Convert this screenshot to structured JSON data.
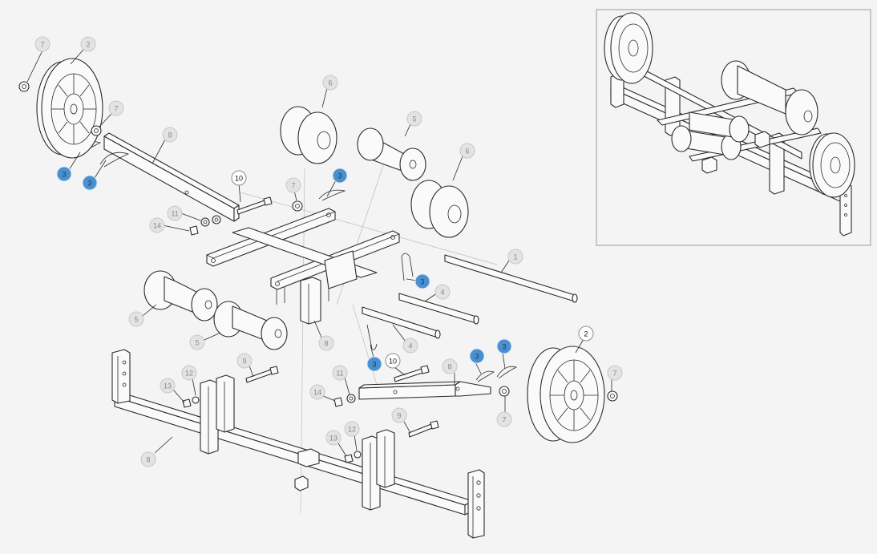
{
  "colors": {
    "background": "#f4f4f4",
    "line": "#2a2a2a",
    "callout_gray_fill": "#e3e3e3",
    "callout_gray_stroke": "#c8c8c8",
    "callout_gray_text": "#8a8a8a",
    "callout_blue_fill": "#4a90d0",
    "callout_blue_text": "#1c3550",
    "callout_white_fill": "#ffffff",
    "callout_white_stroke": "#8a8a8a",
    "callout_white_text": "#111111",
    "inset_border": "#9a9a9a"
  },
  "callouts": [
    {
      "id": "c1",
      "label": "7",
      "style": "gray"
    },
    {
      "id": "c2",
      "label": "2",
      "style": "gray"
    },
    {
      "id": "c3",
      "label": "7",
      "style": "gray"
    },
    {
      "id": "c4",
      "label": "8",
      "style": "gray"
    },
    {
      "id": "c5",
      "label": "3",
      "style": "blue"
    },
    {
      "id": "c6",
      "label": "3",
      "style": "blue"
    },
    {
      "id": "c7",
      "label": "6",
      "style": "gray"
    },
    {
      "id": "c8",
      "label": "5",
      "style": "gray"
    },
    {
      "id": "c9",
      "label": "6",
      "style": "gray"
    },
    {
      "id": "c10",
      "label": "10",
      "style": "white"
    },
    {
      "id": "c11",
      "label": "7",
      "style": "gray"
    },
    {
      "id": "c12",
      "label": "3",
      "style": "blue"
    },
    {
      "id": "c13",
      "label": "11",
      "style": "gray"
    },
    {
      "id": "c14",
      "label": "14",
      "style": "gray"
    },
    {
      "id": "c15",
      "label": "1",
      "style": "gray"
    },
    {
      "id": "c16",
      "label": "3",
      "style": "blue"
    },
    {
      "id": "c17",
      "label": "4",
      "style": "gray"
    },
    {
      "id": "c18",
      "label": "5",
      "style": "gray"
    },
    {
      "id": "c19",
      "label": "5",
      "style": "gray"
    },
    {
      "id": "c20",
      "label": "8",
      "style": "gray"
    },
    {
      "id": "c21",
      "label": "4",
      "style": "gray"
    },
    {
      "id": "c22",
      "label": "3",
      "style": "blue"
    },
    {
      "id": "c23",
      "label": "10",
      "style": "white"
    },
    {
      "id": "c24",
      "label": "2",
      "style": "white"
    },
    {
      "id": "c25",
      "label": "3",
      "style": "blue"
    },
    {
      "id": "c26",
      "label": "3",
      "style": "blue"
    },
    {
      "id": "c27",
      "label": "9",
      "style": "gray"
    },
    {
      "id": "c28",
      "label": "12",
      "style": "gray"
    },
    {
      "id": "c29",
      "label": "13",
      "style": "gray"
    },
    {
      "id": "c30",
      "label": "11",
      "style": "gray"
    },
    {
      "id": "c31",
      "label": "14",
      "style": "gray"
    },
    {
      "id": "c32",
      "label": "8",
      "style": "gray"
    },
    {
      "id": "c33",
      "label": "7",
      "style": "gray"
    },
    {
      "id": "c34",
      "label": "7",
      "style": "gray"
    },
    {
      "id": "c35",
      "label": "9",
      "style": "gray"
    },
    {
      "id": "c36",
      "label": "12",
      "style": "gray"
    },
    {
      "id": "c37",
      "label": "13",
      "style": "gray"
    },
    {
      "id": "c38",
      "label": "8",
      "style": "gray"
    }
  ]
}
